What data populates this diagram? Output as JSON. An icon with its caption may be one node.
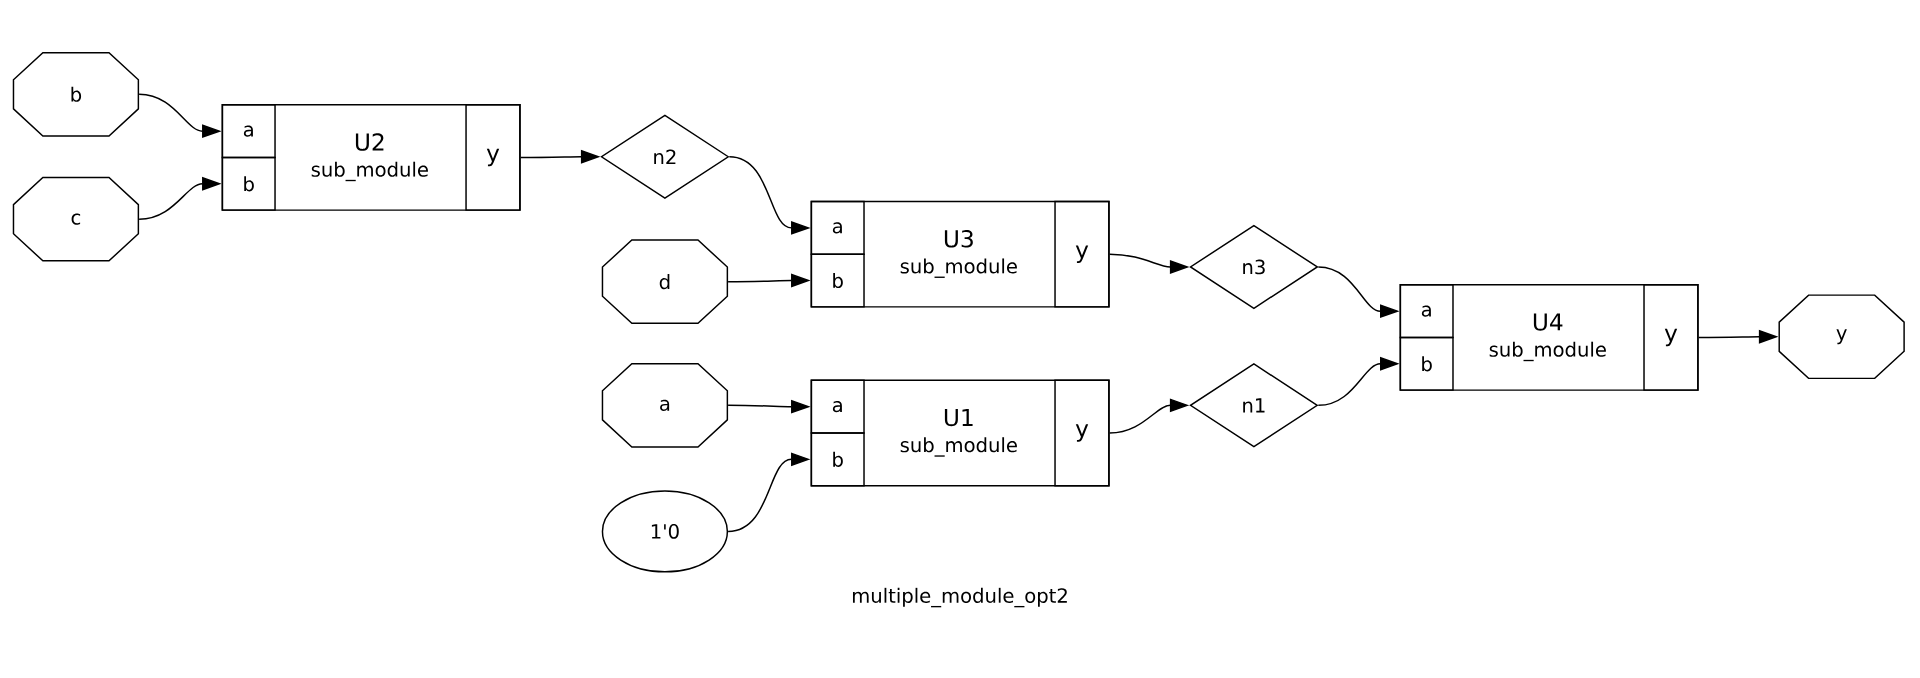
{
  "diagram": {
    "caption": "multiple_module_opt2",
    "nodes": [
      {
        "text": [
          "b"
        ]
      },
      {
        "text": [
          "c"
        ]
      },
      {
        "text": [
          "U2",
          "sub_module"
        ]
      },
      {
        "text": [
          "a"
        ],
        "in": 2
      },
      {
        "text": [
          "b"
        ],
        "in": 2
      },
      {
        "text": [
          "y"
        ],
        "in": 2
      },
      {
        "text": [
          "n2"
        ]
      },
      {
        "text": [
          "d"
        ]
      },
      {
        "text": [
          "U3",
          "sub_module"
        ]
      },
      {
        "text": [
          "a"
        ],
        "in": 8
      },
      {
        "text": [
          "b"
        ],
        "in": 8
      },
      {
        "text": [
          "y"
        ],
        "in": 8
      },
      {
        "text": [
          "n3"
        ]
      },
      {
        "text": [
          "a"
        ]
      },
      {
        "text": [
          "1'0"
        ]
      },
      {
        "text": [
          "U1",
          "sub_module"
        ]
      },
      {
        "text": [
          "a"
        ],
        "in": 15
      },
      {
        "text": [
          "b"
        ],
        "in": 15
      },
      {
        "text": [
          "y"
        ],
        "in": 15
      },
      {
        "text": [
          "n1"
        ]
      },
      {
        "text": [
          "U4",
          "sub_module"
        ]
      },
      {
        "text": [
          "a"
        ],
        "in": 20
      },
      {
        "text": [
          "b"
        ],
        "in": 20
      },
      {
        "text": [
          "y"
        ],
        "in": 20
      },
      {
        "text": [
          "y"
        ]
      }
    ],
    "edges": [
      {
        "from": 0,
        "to": 3,
        "arrow": "to"
      },
      {
        "from": 1,
        "to": 4,
        "arrow": "to"
      },
      {
        "from": 5,
        "to": 6,
        "arrow": "to"
      },
      {
        "from": 6,
        "to": 9,
        "arrow": "to"
      },
      {
        "from": 7,
        "to": 10,
        "arrow": "to"
      },
      {
        "from": 11,
        "to": 12,
        "arrow": "to"
      },
      {
        "from": 13,
        "to": 16,
        "arrow": "to"
      },
      {
        "from": 14,
        "to": 17,
        "arrow": "to"
      },
      {
        "from": 18,
        "to": 19,
        "arrow": "to"
      },
      {
        "from": 12,
        "to": 21,
        "arrow": "to"
      },
      {
        "from": 19,
        "to": 22,
        "arrow": "to"
      },
      {
        "from": 23,
        "to": 24,
        "arrow": "to"
      }
    ]
  }
}
